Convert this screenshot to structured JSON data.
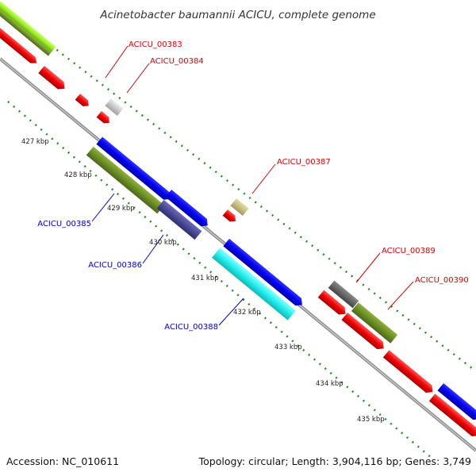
{
  "header": {
    "title": "Acinetobacter baumannii ACICU, complete genome"
  },
  "footer": {
    "accession": "Accession: NC_010611",
    "summary": "Topology: circular; Length: 3,904,116 bp; Genes: 3,749"
  },
  "ticks": [
    "427 kbp",
    "428 kbp",
    "429 kbp",
    "430 kbp",
    "431 kbp",
    "432 kbp",
    "433 kbp",
    "434 kbp",
    "435 kbp"
  ],
  "gene_labels": {
    "acicu_00383": "ACICU_00383",
    "acicu_00384": "ACICU_00384",
    "acicu_00385": "ACICU_00385",
    "acicu_00386": "ACICU_00386",
    "acicu_00387": "ACICU_00387",
    "acicu_00388": "ACICU_00388",
    "acicu_00389": "ACICU_00389",
    "acicu_00390": "ACICU_00390"
  },
  "colors": {
    "backbone": "#8c8c8c",
    "ruler": "#2a8a2a",
    "cds_red": "#ee0000",
    "label_red": "#dd0000",
    "label_blue": "#0000cc",
    "blue": "#0000ee",
    "olive": "#6b8e23",
    "slate": "#4a4a96",
    "cyan": "#22eeee",
    "grey": "#c8c8c8",
    "dark_grey": "#666666",
    "khaki": "#c8c080",
    "light_green": "#99ee22"
  }
}
